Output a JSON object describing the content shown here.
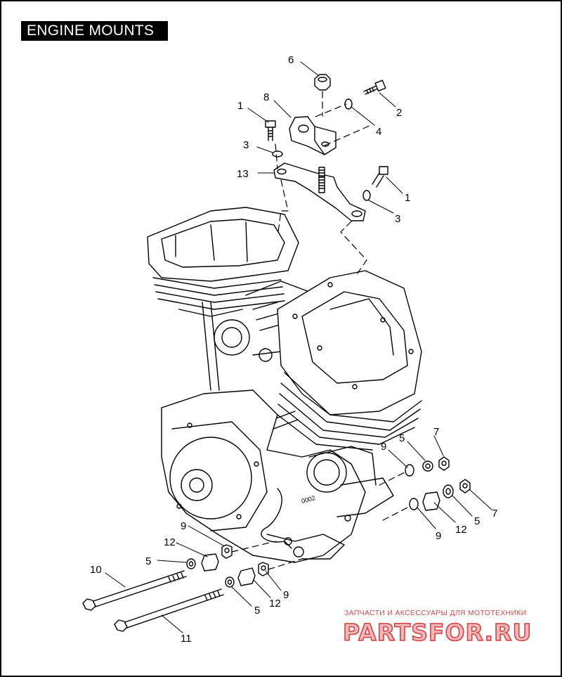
{
  "title": "ENGINE MOUNTS",
  "callouts": {
    "c1a": "1",
    "c1b": "1",
    "c2": "2",
    "c3a": "3",
    "c3b": "3",
    "c4": "4",
    "c5a": "5",
    "c5b": "5",
    "c5c": "5",
    "c5d": "5",
    "c6": "6",
    "c7a": "7",
    "c7b": "7",
    "c8": "8",
    "c9a": "9",
    "c9b": "9",
    "c9c": "9",
    "c9d": "9",
    "c10": "10",
    "c11": "11",
    "c12a": "12",
    "c12b": "12",
    "c12c": "12",
    "c13": "13"
  },
  "engine_label": "0002",
  "watermark": {
    "tagline": "ЗАПЧАСТИ И АКСЕССУАРЫ ДЛЯ МОТОТЕХНИКИ",
    "brand": "PARTSFOR.RU"
  }
}
